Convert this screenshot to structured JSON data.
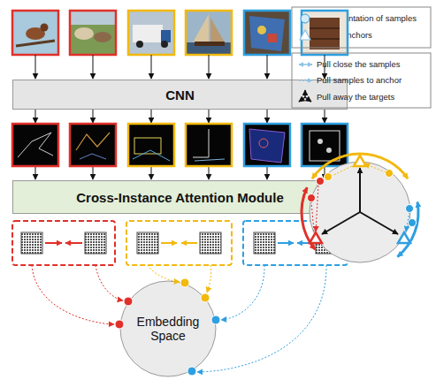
{
  "diagram": {
    "nodes": [
      {
        "text": [
          "CNN"
        ]
      },
      {
        "text": [
          "Cross-Instance Attention Module"
        ]
      },
      {
        "text": [
          "Embedding Space"
        ]
      }
    ],
    "legend": [
      {
        "text": "Representation of samples"
      },
      {
        "text": "Target anchors"
      },
      {
        "text": "Pull close the samples"
      },
      {
        "text": "Pull samples to anchor"
      },
      {
        "text": "Pull away the targets"
      }
    ]
  }
}
